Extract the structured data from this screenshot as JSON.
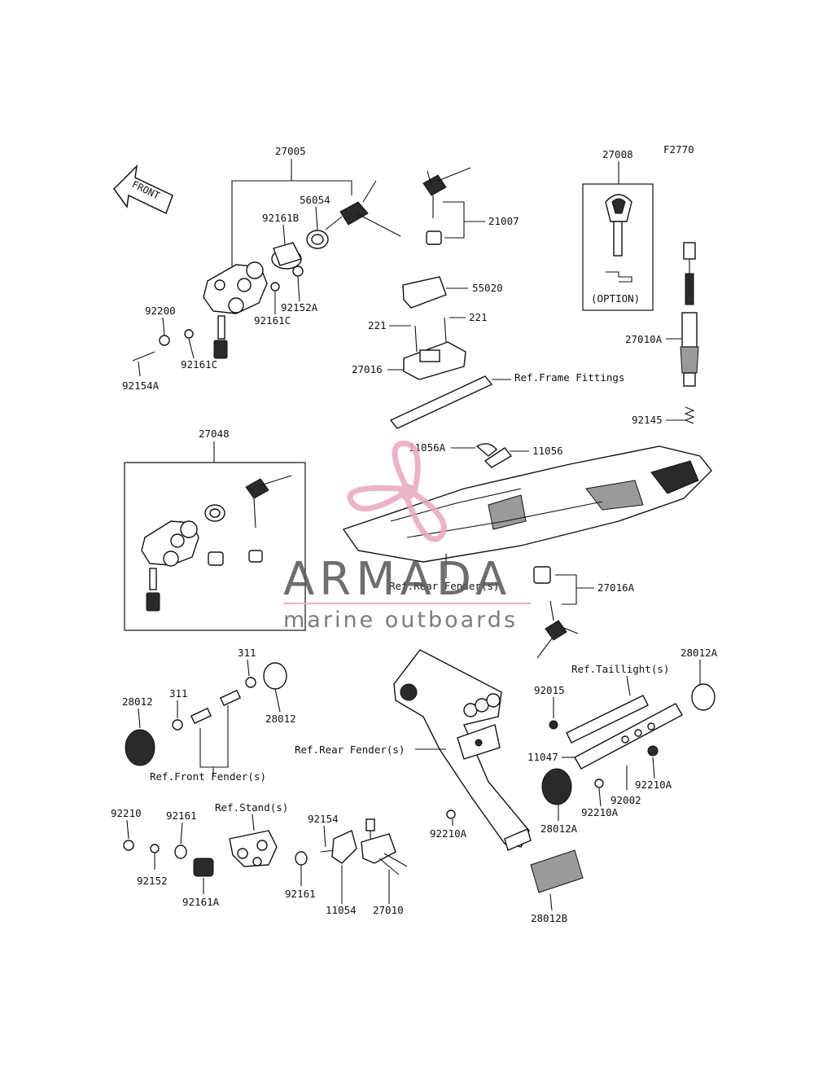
{
  "figure_code": "F2770",
  "front_arrow_label": "FRONT",
  "option_label": "(OPTION)",
  "watermark": {
    "brand": "ARMADA",
    "tagline": "marine outboards",
    "brand_color": "#555555",
    "accent_color": "#e8a6c0"
  },
  "parts": {
    "p27005": "27005",
    "p56054": "56054",
    "p92161B": "92161B",
    "p92200": "92200",
    "p92161C_a": "92161C",
    "p92161C_b": "92161C",
    "p92152A": "92152A",
    "p92154A": "92154A",
    "p21007": "21007",
    "p27008": "27008",
    "p55020": "55020",
    "p221_a": "221",
    "p221_b": "221",
    "p27016": "27016",
    "p27010A": "27010A",
    "p92145": "92145",
    "p27048": "27048",
    "p11056A": "11056A",
    "p11056": "11056",
    "p27016A": "27016A",
    "p311_a": "311",
    "p311_b": "311",
    "p28012_a": "28012",
    "p28012_b": "28012",
    "p28012A_a": "28012A",
    "p28012A_b": "28012A",
    "p92015": "92015",
    "p11047": "11047",
    "p92002": "92002",
    "p92210A_a": "92210A",
    "p92210A_b": "92210A",
    "p92210A_c": "92210A",
    "p92210": "92210",
    "p92161_a": "92161",
    "p92161_b": "92161",
    "p92154": "92154",
    "p92152": "92152",
    "p92161A": "92161A",
    "p11054": "11054",
    "p27010": "27010",
    "p28012B": "28012B"
  },
  "references": {
    "frame_fittings": "Ref.Frame Fittings",
    "rear_fender_a": "Ref.Rear Fender(s)",
    "rear_fender_b": "Ref.Rear Fender(s)",
    "taillight": "Ref.Taillight(s)",
    "front_fender": "Ref.Front Fender(s)",
    "stand": "Ref.Stand(s)"
  }
}
